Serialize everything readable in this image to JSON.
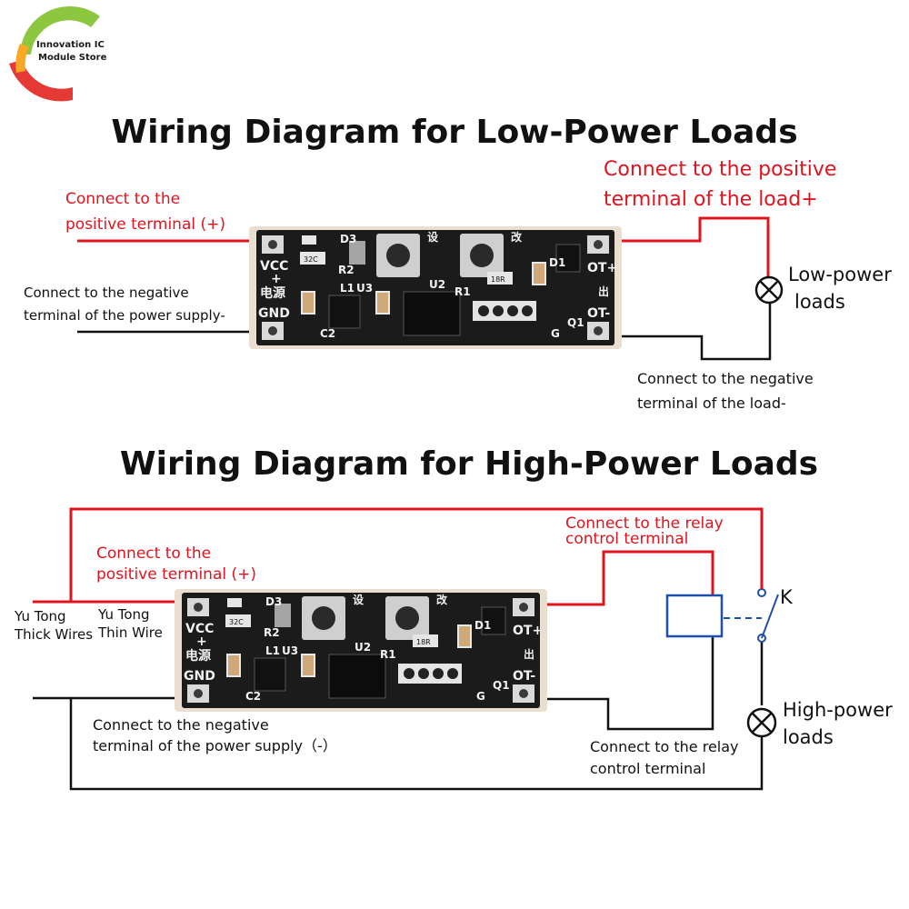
{
  "logo": {
    "line1": "Innovation IC",
    "line2": "Module Store"
  },
  "low_power": {
    "title": "Wiring Diagram for Low-Power Loads",
    "pos_supply": [
      "Connect to the",
      "positive terminal (+)"
    ],
    "neg_supply": [
      "Connect to the negative",
      "terminal of the power supply-"
    ],
    "pos_load": [
      "Connect to the positive",
      "terminal of the load+"
    ],
    "neg_load": [
      "Connect to the negative",
      "terminal of the load-"
    ],
    "load": [
      "Low-power",
      "loads"
    ]
  },
  "high_power": {
    "title": "Wiring Diagram for High-Power Loads",
    "pos_supply": [
      "Connect to the",
      "positive terminal (+)"
    ],
    "neg_supply": [
      "Connect to the negative",
      "terminal of the power supply（-）"
    ],
    "relay_top": [
      "Connect to the relay",
      "control terminal"
    ],
    "relay_bottom": [
      "Connect to the relay",
      "control terminal"
    ],
    "thick_wires": [
      "Yu Tong",
      "Thick Wires"
    ],
    "thin_wire": [
      "Yu Tong",
      "Thin Wire"
    ],
    "switch_label": "K",
    "load": [
      "High-power",
      "loads"
    ]
  },
  "pcb": {
    "vcc": "VCC",
    "plus": "+",
    "power_cn": "电源",
    "gnd": "GND",
    "ot_plus": "OT+",
    "ot_minus": "OT-",
    "out_cn": "出",
    "g": "G",
    "q1": "Q1",
    "d1": "D1",
    "d3": "D3",
    "r2": "R2",
    "r1": "R1",
    "u3": "U3",
    "u2": "U2",
    "l1": "L1",
    "c2": "C2",
    "chip1": "32C",
    "chip2": "18R",
    "btn1_cn": "设",
    "btn2_cn": "改"
  },
  "colors": {
    "red_wire": "#e0141e",
    "black_wire": "#111111",
    "relay_blue": "#1f4fa8",
    "pcb": "#1b1b1b"
  }
}
